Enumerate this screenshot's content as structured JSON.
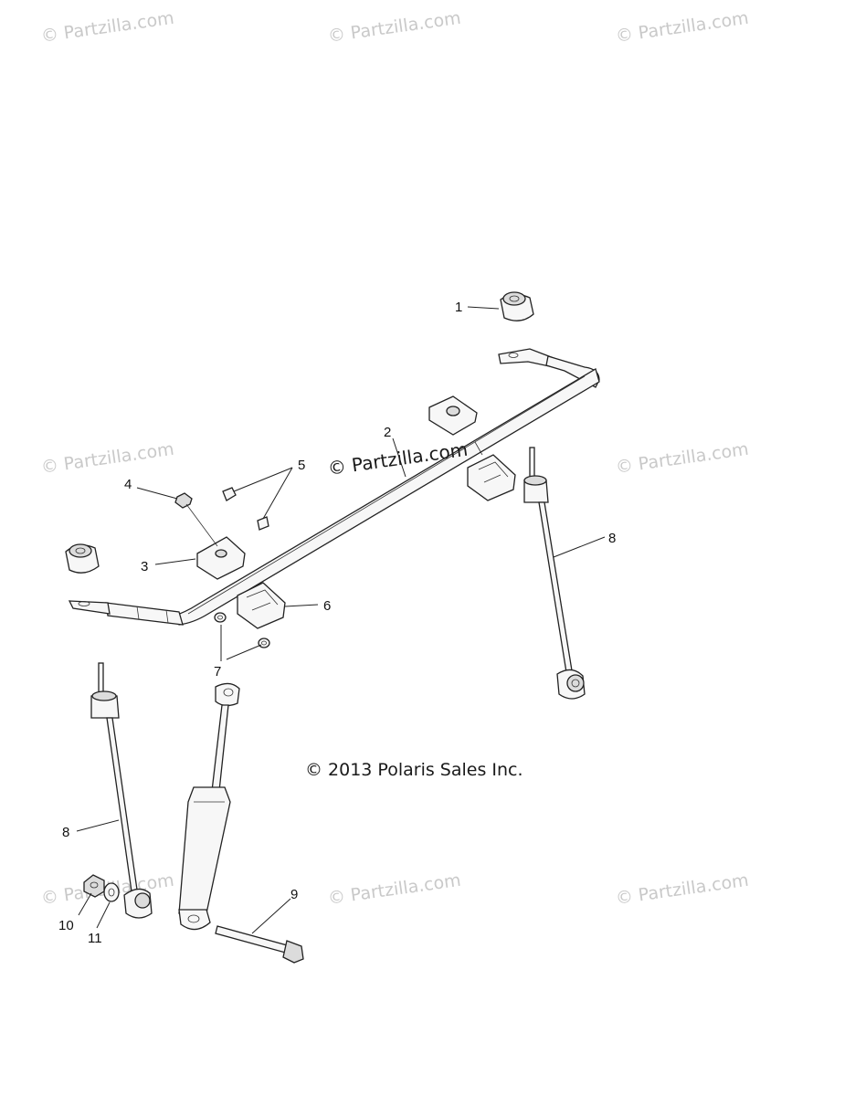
{
  "watermark": "© Partzilla.com",
  "center_watermark": "© Partzilla.com",
  "copyright": "© 2013 Polaris Sales Inc.",
  "callouts": {
    "c1": "1",
    "c2": "2",
    "c3": "3",
    "c4": "4",
    "c5": "5",
    "c6": "6",
    "c7": "7",
    "c8a": "8",
    "c8b": "8",
    "c9": "9",
    "c10": "10",
    "c11": "11"
  }
}
